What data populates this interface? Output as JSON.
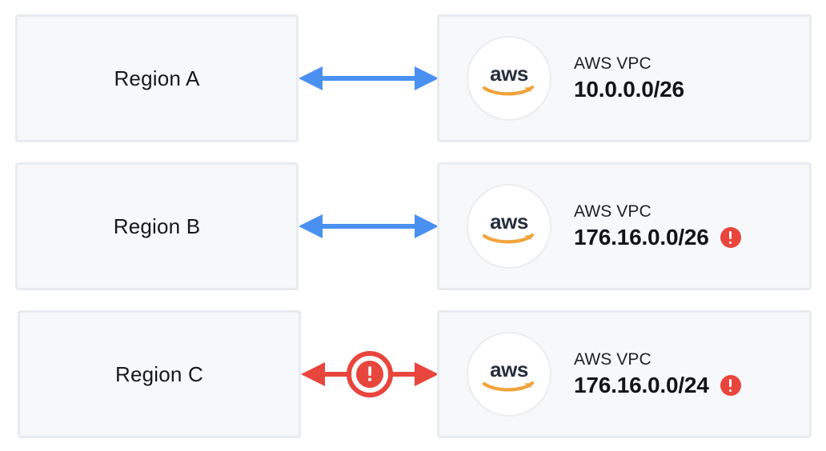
{
  "colors": {
    "box_fill": "#f6f8fa",
    "box_border": "#e7ebf0",
    "arrow_blue": "#4a90f0",
    "alert_red": "#e8453c",
    "aws_text": "#252f3e",
    "aws_smile": "#f1a33c",
    "text_dark": "#15181c"
  },
  "rows": [
    {
      "region_label": "Region A",
      "vpc_title": "AWS VPC",
      "vpc_cidr": "10.0.0.0/26",
      "logo_text": "aws",
      "has_alert": false,
      "connector": "blue-double-arrow",
      "connector_state": "ok"
    },
    {
      "region_label": "Region B",
      "vpc_title": "AWS VPC",
      "vpc_cidr": "176.16.0.0/26",
      "logo_text": "aws",
      "has_alert": true,
      "connector": "blue-double-arrow",
      "connector_state": "ok"
    },
    {
      "region_label": "Region C",
      "vpc_title": "AWS VPC",
      "vpc_cidr": "176.16.0.0/24",
      "logo_text": "aws",
      "has_alert": true,
      "connector": "red-double-arrow-with-error",
      "connector_state": "error"
    }
  ]
}
